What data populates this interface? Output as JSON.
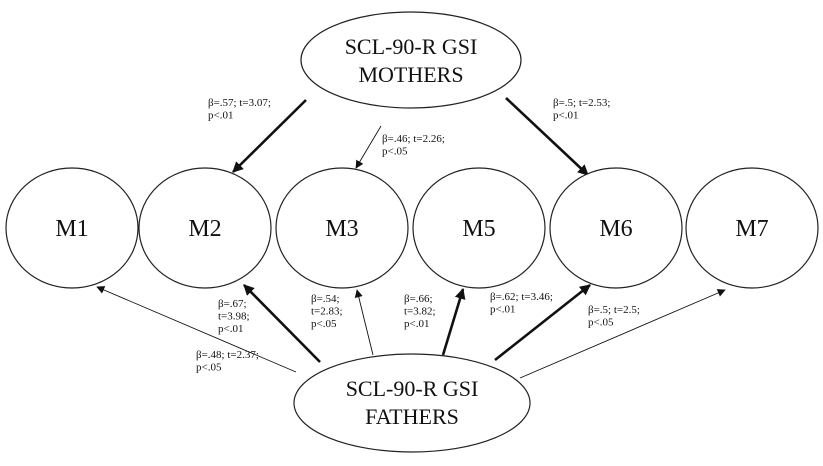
{
  "nodes": {
    "mothers": {
      "lines": [
        "SCL-90-R GSI",
        "MOTHERS"
      ]
    },
    "fathers": {
      "lines": [
        "SCL-90-R GSI",
        "FATHERS"
      ]
    },
    "m1": {
      "label": "M1"
    },
    "m2": {
      "label": "M2"
    },
    "m3": {
      "label": "M3"
    },
    "m5": {
      "label": "M5"
    },
    "m6": {
      "label": "M6"
    },
    "m7": {
      "label": "M7"
    }
  },
  "edges": [
    {
      "id": "mothers-m2",
      "from": "mothers",
      "to": "m2",
      "weight": "thick",
      "label": [
        "β=.57; t=3.07;",
        "p<.01"
      ]
    },
    {
      "id": "mothers-m3",
      "from": "mothers",
      "to": "m3",
      "weight": "thin",
      "label": [
        "β=.46; t=2.26;",
        "p<.05"
      ]
    },
    {
      "id": "mothers-m6",
      "from": "mothers",
      "to": "m6",
      "weight": "thick",
      "label": [
        "β=.5; t=2.53;",
        "p<.01"
      ]
    },
    {
      "id": "fathers-m1",
      "from": "fathers",
      "to": "m1",
      "weight": "thin",
      "label": [
        "β=.48; t=2.37;",
        "p<.05"
      ]
    },
    {
      "id": "fathers-m2",
      "from": "fathers",
      "to": "m2",
      "weight": "thick",
      "label": [
        "β=.67;",
        "t=3.98;",
        "p<.01"
      ]
    },
    {
      "id": "fathers-m3",
      "from": "fathers",
      "to": "m3",
      "weight": "thin",
      "label": [
        "β=.54;",
        "t=2.83;",
        "p<.05"
      ]
    },
    {
      "id": "fathers-m5",
      "from": "fathers",
      "to": "m5",
      "weight": "thick",
      "label": [
        "β=.66;",
        "t=3.82;",
        "p<.01"
      ]
    },
    {
      "id": "fathers-m6",
      "from": "fathers",
      "to": "m6",
      "weight": "thick",
      "label": [
        "β=.62; t=3.46;",
        "p<.01"
      ]
    },
    {
      "id": "fathers-m7",
      "from": "fathers",
      "to": "m7",
      "weight": "thin",
      "label": [
        "β=.5; t=2.5;",
        "p<.05"
      ]
    }
  ]
}
